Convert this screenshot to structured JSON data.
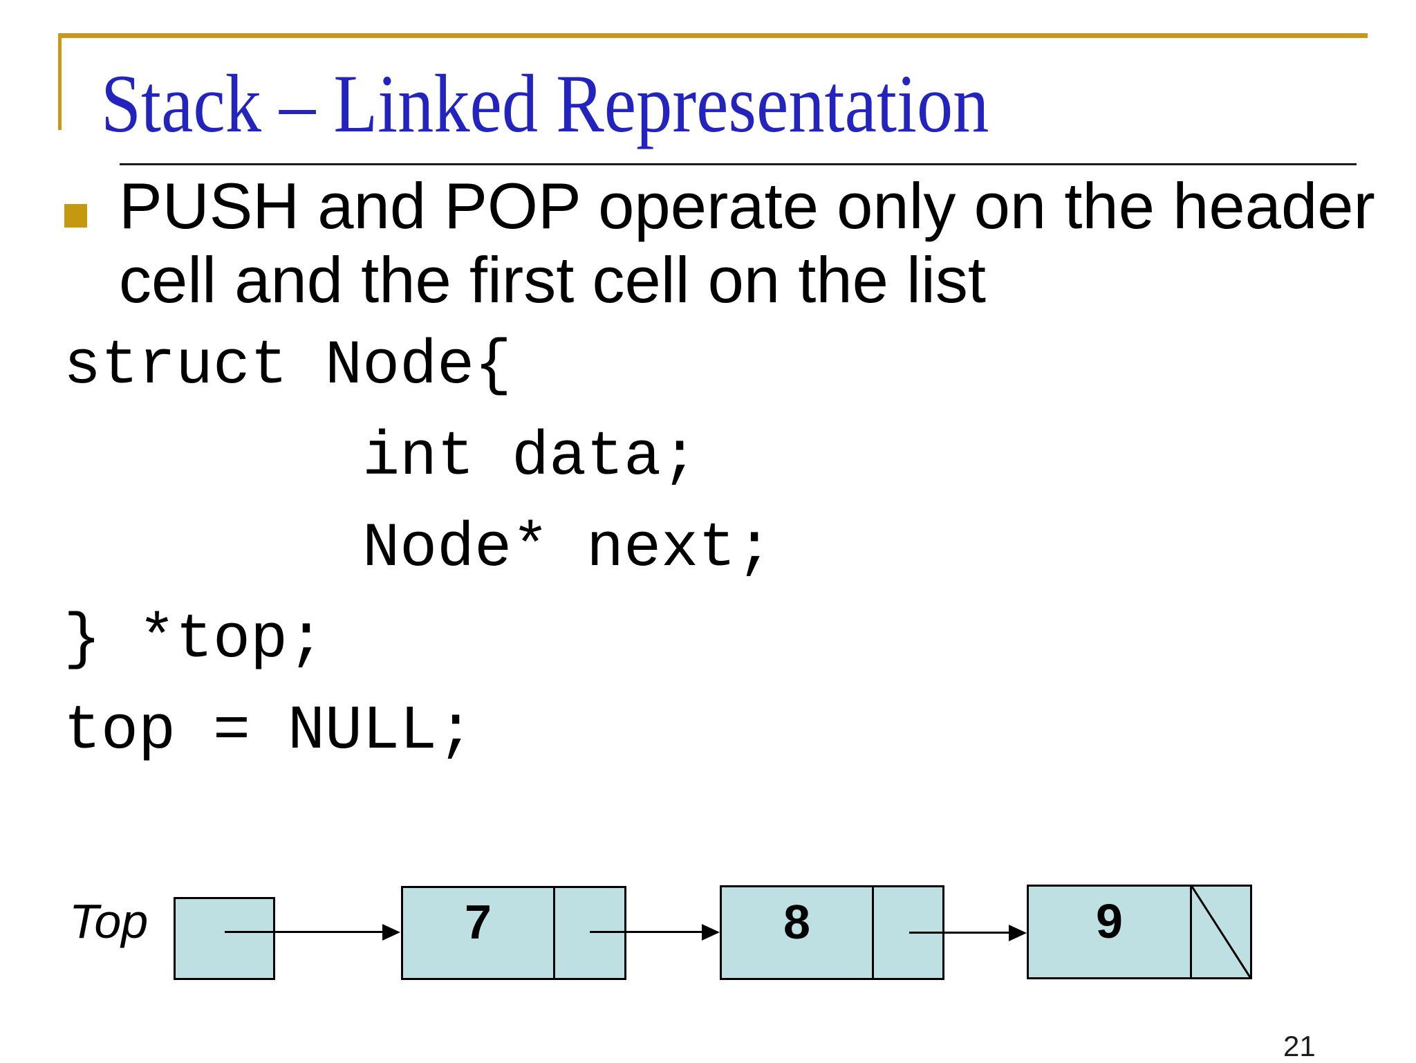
{
  "slide": {
    "title": "Stack – Linked Representation",
    "page_number": "21",
    "colors": {
      "accent_gold": "#C6991B",
      "bullet_gold": "#C5990F",
      "title_blue": "#2323BE",
      "node_fill": "#BFE0E3"
    },
    "bullet": {
      "lines": [
        "PUSH and POP operate only on the header",
        "cell and the first cell on the list"
      ]
    },
    "code": {
      "lines": [
        "struct Node{",
        "        int data;",
        "        Node* next;",
        "} *top;",
        "top = NULL;"
      ]
    },
    "diagram": {
      "top_label": "Top",
      "nodes": [
        {
          "value": "7",
          "null_next": false
        },
        {
          "value": "8",
          "null_next": false
        },
        {
          "value": "9",
          "null_next": true
        }
      ]
    }
  }
}
